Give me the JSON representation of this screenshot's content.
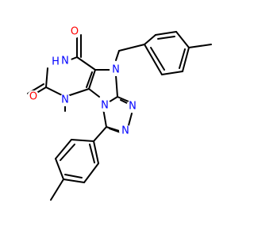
{
  "structure": {
    "colors": {
      "oxygen": "#ff0000",
      "nitrogen": "#0000ff",
      "carbon": "#000000"
    },
    "labels": {
      "o_top": "O",
      "o_left": "O",
      "nh": "H",
      "nh_n": "N",
      "n_methyl": "N",
      "n_benzyl": "N",
      "n_imid_bottom": "N",
      "n_triazole_1": "N",
      "n_triazole_2": "N"
    }
  }
}
